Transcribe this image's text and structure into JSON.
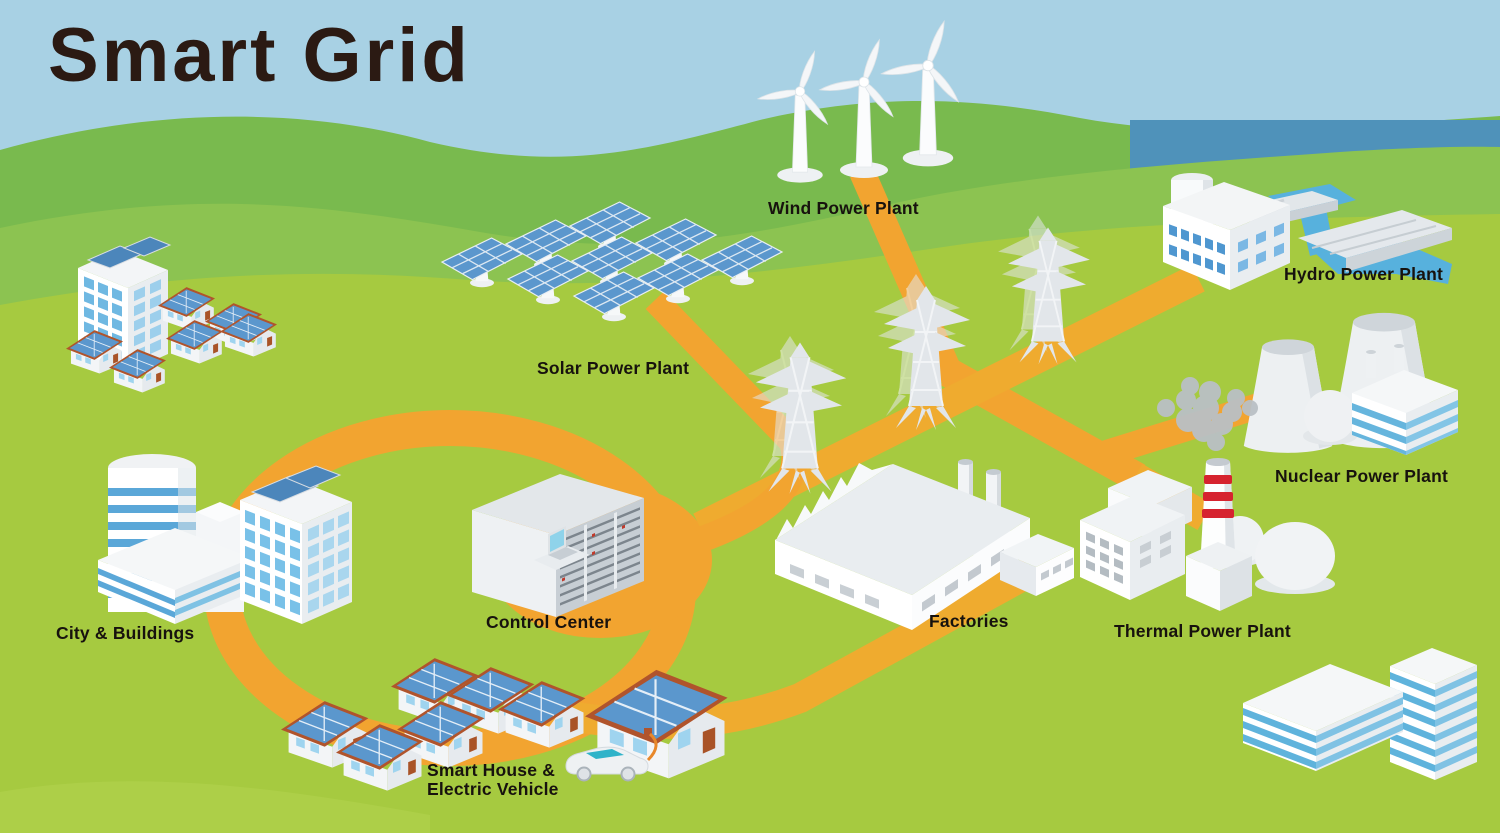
{
  "title": "Smart Grid",
  "labels": {
    "wind": "Wind Power Plant",
    "hydro": "Hydro Power Plant",
    "solar": "Solar Power Plant",
    "nuclear": "Nuclear Power Plant",
    "city": "City & Buildings",
    "control": "Control Center",
    "factories": "Factories",
    "thermal": "Thermal Power Plant",
    "smart_house_line1": "Smart House &",
    "smart_house_line2": "Electric Vehicle"
  },
  "icons": [
    "wind-turbine-icon",
    "solar-panel-icon",
    "hydro-dam-icon",
    "nuclear-cooling-tower-icon",
    "city-building-icon",
    "server-rack-icon",
    "factory-icon",
    "thermal-chimney-icon",
    "smart-house-icon",
    "electric-vehicle-icon",
    "transmission-tower-icon"
  ],
  "colors": {
    "sky": "#a8d1e4",
    "hill_back": "#79ba4e",
    "hill_mid": "#8cc351",
    "field": "#a6ca40",
    "sea": "#4f92ba",
    "river": "#57b1dd",
    "grid_path_orange": "#f2a430",
    "solar_panel_blue": "#5b97cd",
    "roof_brown": "#b0542c",
    "window_blue": "#8fcdec",
    "stripe_blue": "#5fb3dc",
    "building_white": "#ffffff",
    "building_shade": "#e9edf0",
    "chimney_red": "#d6232f",
    "car_teal": "#2fb3c9",
    "label_text": "#17120e"
  }
}
